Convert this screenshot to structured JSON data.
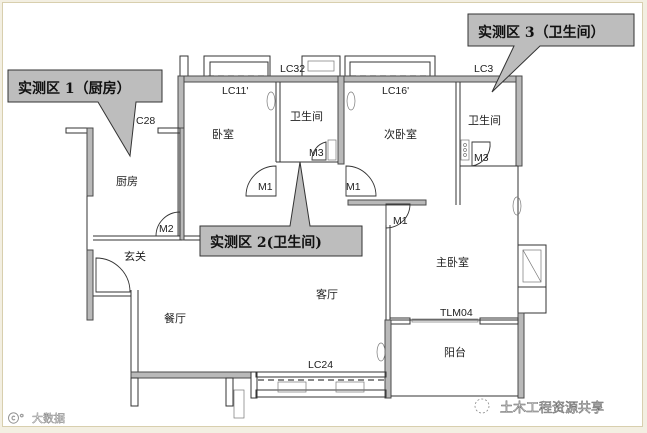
{
  "diagram": {
    "type": "floor-plan",
    "callouts": [
      {
        "id": 1,
        "label": "实测区 1（厨房）"
      },
      {
        "id": 2,
        "label": "实测区 2(卫生间)"
      },
      {
        "id": 3,
        "label": "实测区 3（卫生间）"
      }
    ],
    "rooms": {
      "kitchen": "厨房",
      "bedroom": "卧室",
      "bathroom_center": "卫生间",
      "second_bedroom": "次卧室",
      "bathroom_right": "卫生间",
      "entry": "玄关",
      "dining": "餐厅",
      "living": "客厅",
      "master_bedroom": "主卧室",
      "balcony": "阳台"
    },
    "windows": {
      "c28": "C28",
      "lc11": "LC11'",
      "lc32": "LC32",
      "lc16": "LC16'",
      "lc3": "LC3",
      "lc24": "LC24",
      "tlm04": "TLM04"
    },
    "doors": {
      "m1_bedroom": "M1",
      "m1_second": "M1",
      "m1_master": "M1",
      "m2_kitchen": "M2",
      "m3_center": "M3",
      "m3_right": "M3"
    },
    "watermarks": {
      "bottom_left": "大数据",
      "bottom_right": "土木工程资源共享"
    },
    "colors": {
      "wall_fill": "#b9b9b9",
      "callout_fill": "#bdbdbd",
      "background": "#ffffff",
      "frame": "#f3efe2"
    }
  }
}
